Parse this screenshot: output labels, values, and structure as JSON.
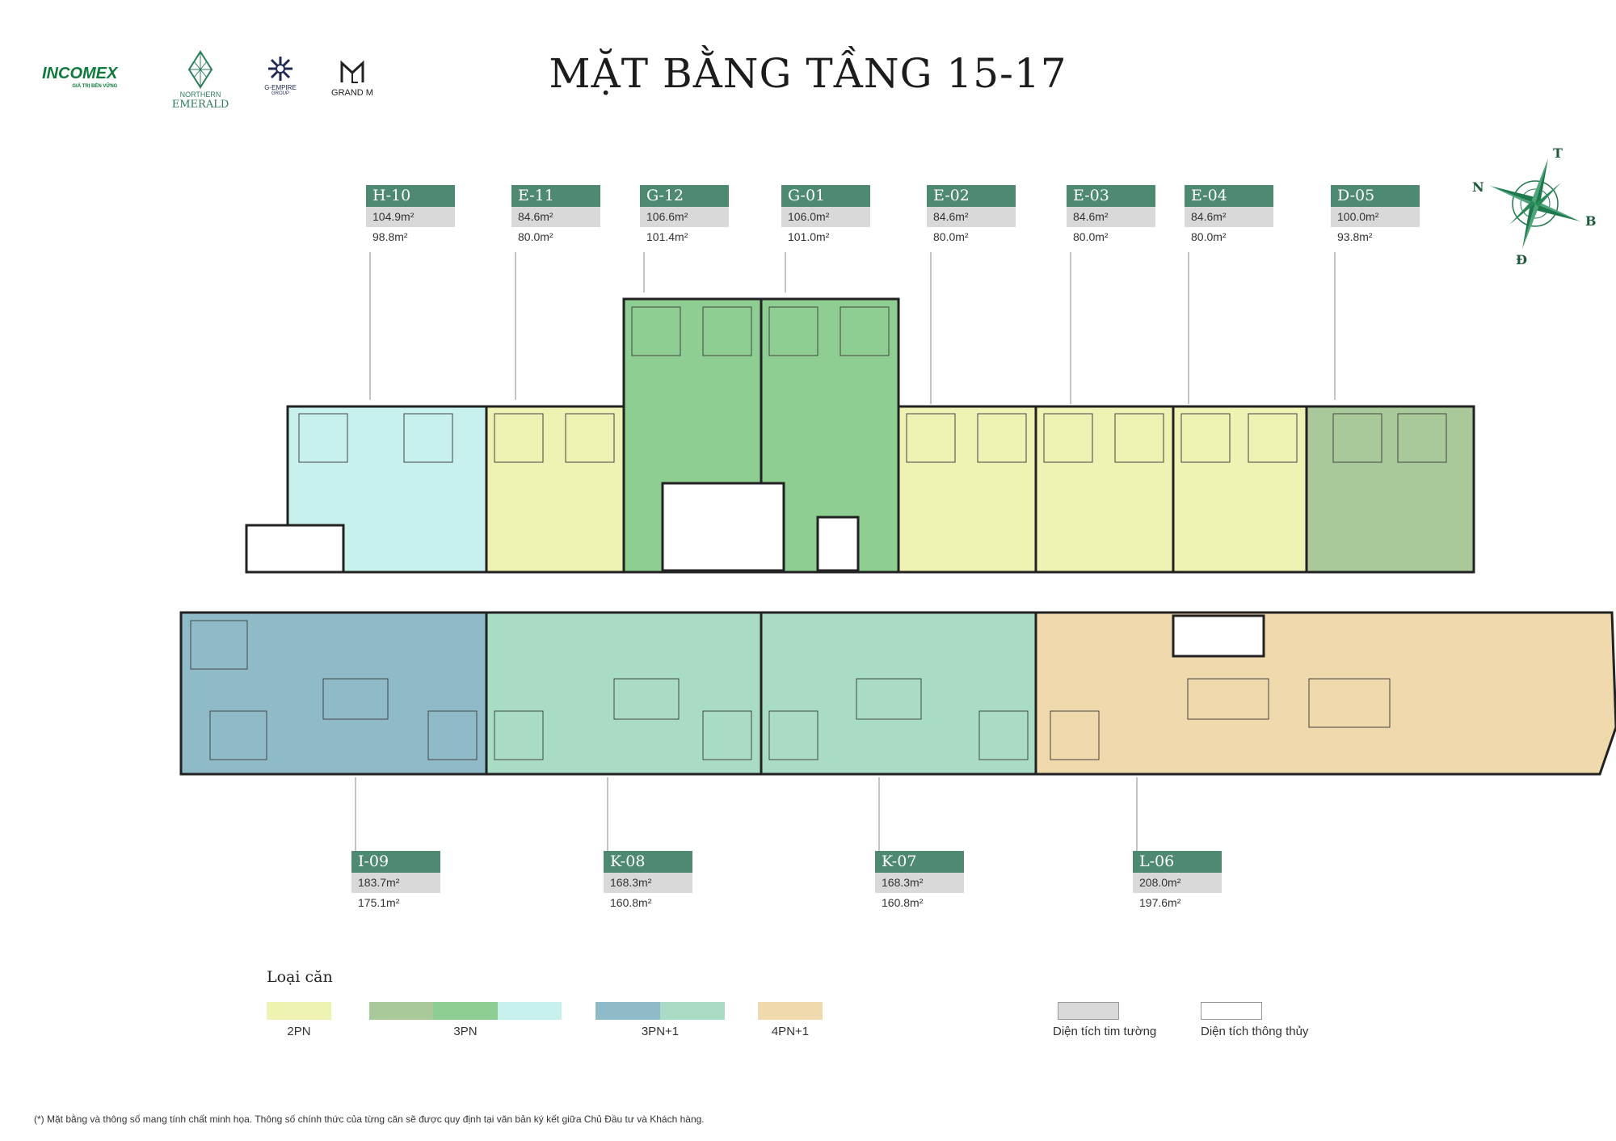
{
  "title": "MẶT BẰNG TẦNG 15-17",
  "logos": {
    "incomex": "INCOMEX",
    "incomex_tagline": "GIÁ TRỊ BỀN VỮNG",
    "northern": "NORTHERN",
    "emerald": "EMERALD",
    "gempire": "G-EMPIRE",
    "gempire_sub": "GROUP",
    "grandm": "GRAND M"
  },
  "compass": {
    "north": "N",
    "top": "T",
    "right": "B",
    "bottom": "Đ"
  },
  "units_top": [
    {
      "code": "H-10",
      "area_wall": "104.9m²",
      "area_clear": "98.8m²",
      "type": "3PN",
      "color": "#c8f0ec"
    },
    {
      "code": "E-11",
      "area_wall": "84.6m²",
      "area_clear": "80.0m²",
      "type": "2PN",
      "color": "#eef3b4"
    },
    {
      "code": "G-12",
      "area_wall": "106.6m²",
      "area_clear": "101.4m²",
      "type": "3PN",
      "color": "#8fce92"
    },
    {
      "code": "G-01",
      "area_wall": "106.0m²",
      "area_clear": "101.0m²",
      "type": "3PN",
      "color": "#8fce92"
    },
    {
      "code": "E-02",
      "area_wall": "84.6m²",
      "area_clear": "80.0m²",
      "type": "2PN",
      "color": "#eef3b4"
    },
    {
      "code": "E-03",
      "area_wall": "84.6m²",
      "area_clear": "80.0m²",
      "type": "2PN",
      "color": "#eef3b4"
    },
    {
      "code": "E-04",
      "area_wall": "84.6m²",
      "area_clear": "80.0m²",
      "type": "2PN",
      "color": "#eef3b4"
    },
    {
      "code": "D-05",
      "area_wall": "100.0m²",
      "area_clear": "93.8m²",
      "type": "3PN",
      "color": "#a9c99a"
    }
  ],
  "units_bottom": [
    {
      "code": "I-09",
      "area_wall": "183.7m²",
      "area_clear": "175.1m²",
      "type": "3PN+1",
      "color": "#8fbac8"
    },
    {
      "code": "K-08",
      "area_wall": "168.3m²",
      "area_clear": "160.8m²",
      "type": "3PN+1",
      "color": "#a9dcc4"
    },
    {
      "code": "K-07",
      "area_wall": "168.3m²",
      "area_clear": "160.8m²",
      "type": "3PN+1",
      "color": "#a9dcc4"
    },
    {
      "code": "L-06",
      "area_wall": "208.0m²",
      "area_clear": "197.6m²",
      "type": "4PN+1",
      "color": "#f0d9ad"
    }
  ],
  "legend": {
    "title": "Loại căn",
    "types": [
      {
        "label": "2PN",
        "colors": [
          "#eef3b4"
        ]
      },
      {
        "label": "3PN",
        "colors": [
          "#a9c99a",
          "#8fce92",
          "#c8f0ec"
        ]
      },
      {
        "label": "3PN+1",
        "colors": [
          "#8fbac8",
          "#a9dcc4"
        ]
      },
      {
        "label": "4PN+1",
        "colors": [
          "#f0d9ad"
        ]
      }
    ],
    "area_wall_label": "Diện tích tim tường",
    "area_clear_label": "Diện tích thông thủy"
  },
  "footnote": "(*) Mặt bằng và thông số mang tính chất minh họa. Thông số chính thức của từng căn sẽ được quy định tại văn bản ký kết giữa Chủ Đầu tư và Khách hàng."
}
